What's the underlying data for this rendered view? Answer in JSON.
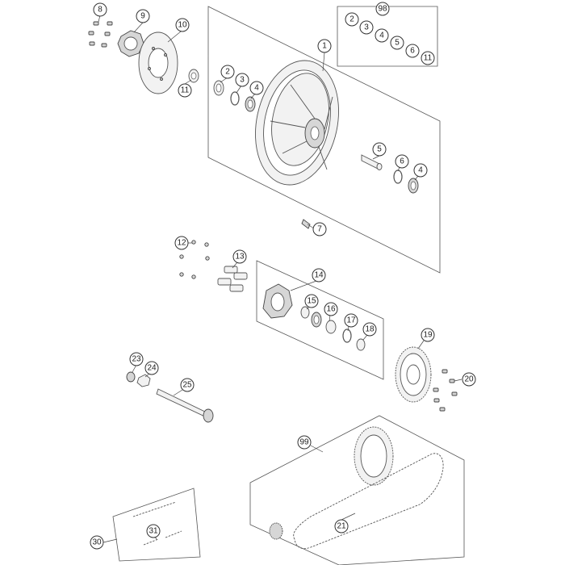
{
  "callouts": {
    "c1": "1",
    "c2a": "2",
    "c3a": "3",
    "c4a": "4",
    "c5": "5",
    "c6": "6",
    "c4b": "4",
    "c7": "7",
    "c8": "8",
    "c9": "9",
    "c10": "10",
    "c11a": "11",
    "c98": "98",
    "k2": "2",
    "k3": "3",
    "k4": "4",
    "k5": "5",
    "k6": "6",
    "k11": "11",
    "c12": "12",
    "c13": "13",
    "c14": "14",
    "c15": "15",
    "c16": "16",
    "c17": "17",
    "c18": "18",
    "c19": "19",
    "c20": "20",
    "c23": "23",
    "c24": "24",
    "c25": "25",
    "c99": "99",
    "c21": "21",
    "c30": "30",
    "c31": "31"
  },
  "colors": {
    "line": "#555555",
    "fill": "#f2f2f2",
    "background": "#ffffff"
  }
}
